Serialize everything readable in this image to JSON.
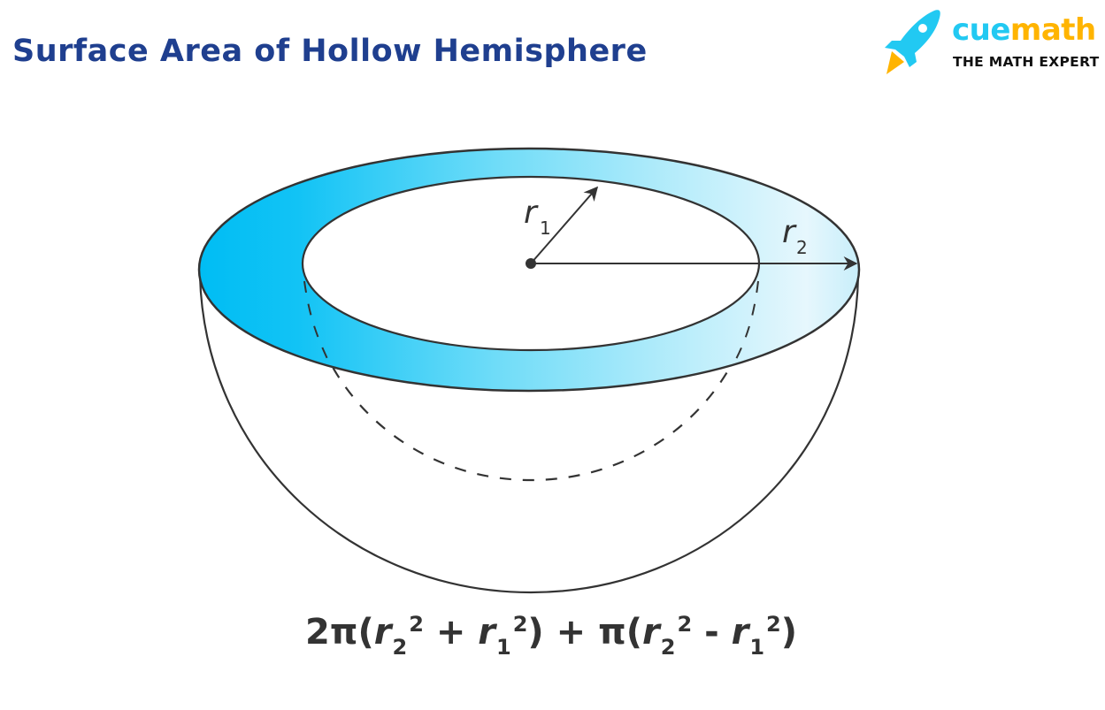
{
  "header": {
    "title": "Surface Area of Hollow Hemisphere"
  },
  "logo": {
    "icon": "rocket-icon",
    "word_part1": "cue",
    "word_part2": "math",
    "tagline": "THE MATH EXPERT",
    "colors": {
      "cue": "#22c9f2",
      "math": "#ffb400",
      "flame": "#ffb400",
      "rocket": "#22c9f2"
    }
  },
  "diagram": {
    "shape": "hollow hemisphere",
    "labels": {
      "inner_radius": {
        "var": "r",
        "sub": "1"
      },
      "outer_radius": {
        "var": "r",
        "sub": "2"
      }
    },
    "colors": {
      "ring_gradient_start": "#00bdf4",
      "ring_gradient_end": "#e6f7fd",
      "stroke": "#333333",
      "title": "#1f3f8f"
    }
  },
  "formula": {
    "p1": "2π(",
    "r": "r",
    "sub2": "2",
    "sup": "2",
    "plus": " + ",
    "sub1": "1",
    "close_plus": ") + π(",
    "minus": " - ",
    "close": ")"
  }
}
